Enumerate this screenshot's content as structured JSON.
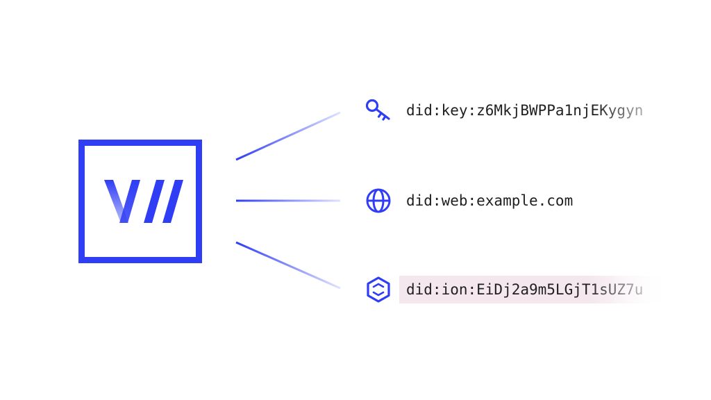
{
  "colors": {
    "accent": "#2f3df5",
    "text": "#1f1f22",
    "ion_highlight": "#f4e7ee"
  },
  "logo": {
    "icon": "vii-logo-icon",
    "mark_text": "VII"
  },
  "identifiers": [
    {
      "method": "key",
      "icon": "key-icon",
      "text": "did:key:z6MkjBWPPa1njEKygyn"
    },
    {
      "method": "web",
      "icon": "globe-icon",
      "text": "did:web:example.com"
    },
    {
      "method": "ion",
      "icon": "hexagon-icon",
      "text": "did:ion:EiDj2a9m5LGjT1sUZ7u"
    }
  ]
}
